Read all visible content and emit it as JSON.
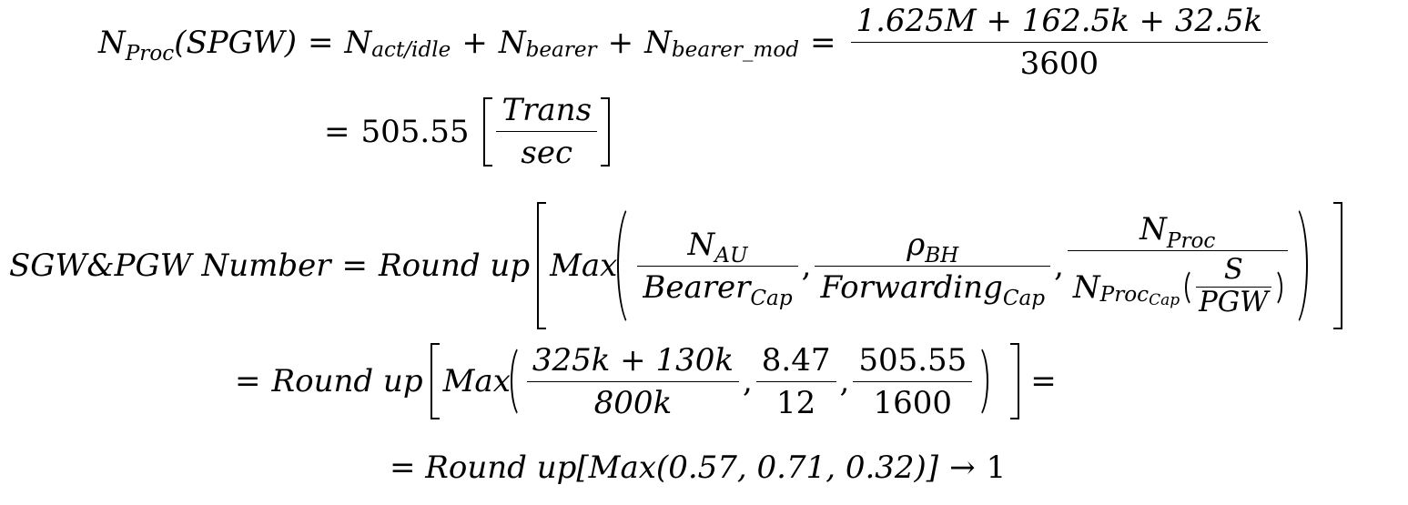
{
  "eq1": {
    "lhs_base": "N",
    "lhs_sub": "Proc",
    "lhs_arg": "(SPGW)",
    "eq": "=",
    "t1_base": "N",
    "t1_sub": "act/idle",
    "plus": "+",
    "t2_base": "N",
    "t2_sub": "bearer",
    "t3_base": "N",
    "t3_sub": "bearer_mod",
    "frac_num": "1.625M + 162.5k + 32.5k",
    "frac_den": "3600"
  },
  "eq2": {
    "eq": "=",
    "value": "505.55",
    "unit_num": "Trans",
    "unit_den": "sec"
  },
  "eq3": {
    "lhs": "SGW&PGW Number",
    "eq": "=",
    "round": "Round up",
    "max": "Max",
    "f1_num_base": "N",
    "f1_num_sub": "AU",
    "f1_den_base": "Bearer",
    "f1_den_sub": "Cap",
    "comma": ",",
    "f2_num_base": "ρ",
    "f2_num_sub": "BH",
    "f2_den_base": "Forwarding",
    "f2_den_sub": "Cap",
    "f3_num_base": "N",
    "f3_num_sub": "Proc",
    "f3_den_base": "N",
    "f3_den_sub": "Proc",
    "f3_den_subsub": "Cap",
    "f3_inner_num": "S",
    "f3_inner_den": "PGW"
  },
  "eq4": {
    "eq": "=",
    "round": "Round up",
    "max": "Max",
    "f1_num": "325k + 130k",
    "f1_den": "800k",
    "f2_num": "8.47",
    "f2_den": "12",
    "f3_num": "505.55",
    "f3_den": "1600",
    "comma": ",",
    "tail_eq": "="
  },
  "eq5": {
    "text_prefix": "= ",
    "round": "Round up",
    "body": "[Max(0.57, 0.71, 0.32)]",
    "arrow": "→",
    "result": "1"
  }
}
